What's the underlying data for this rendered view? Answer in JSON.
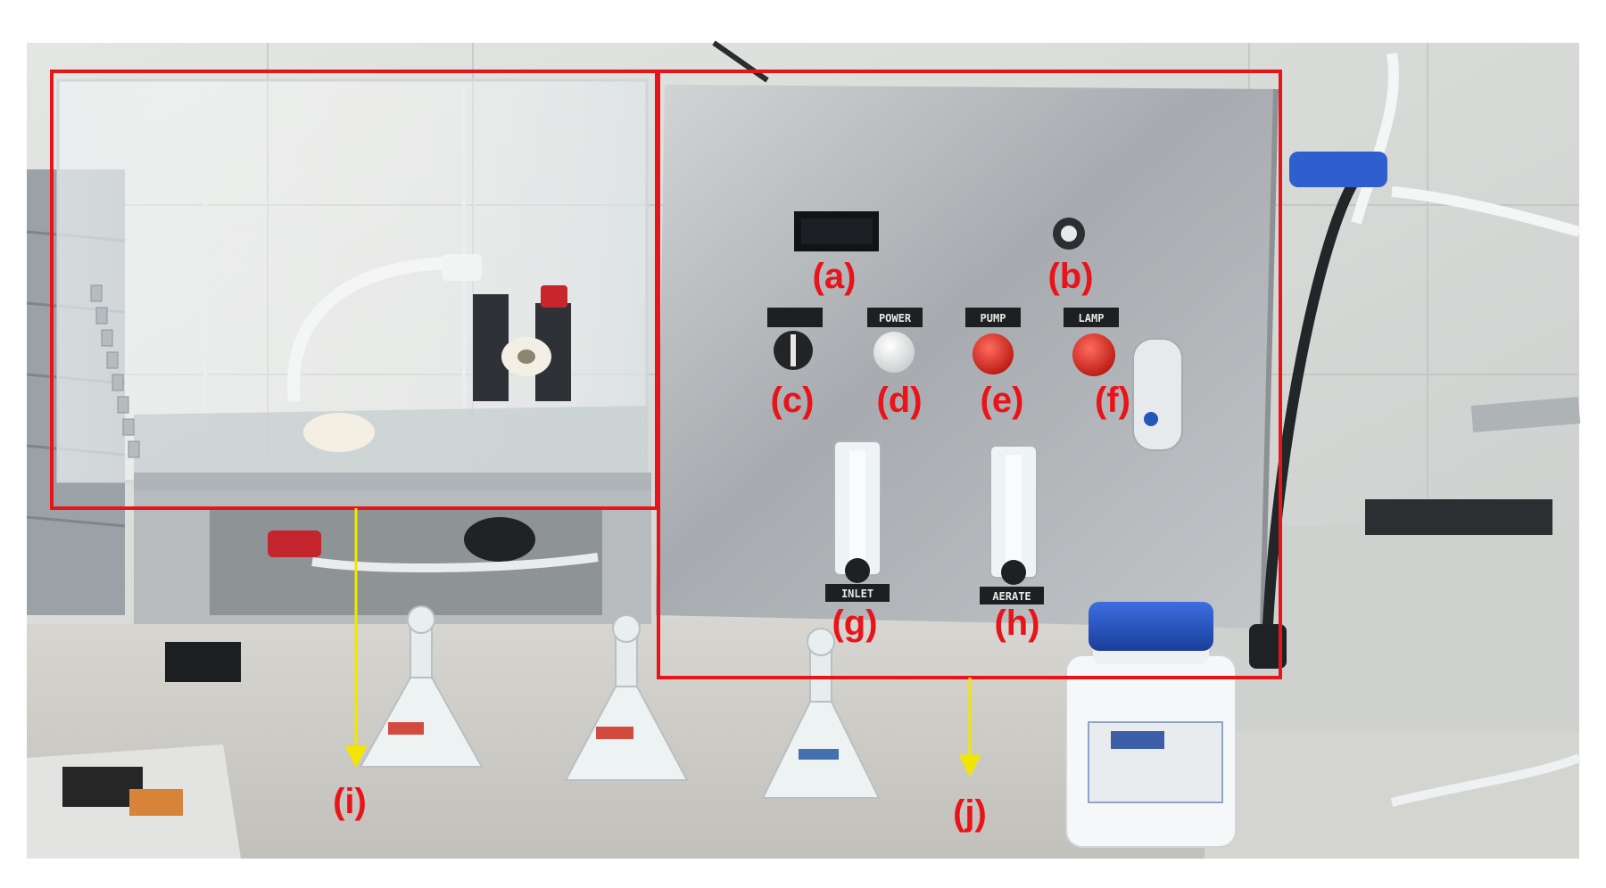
{
  "labels": {
    "a": "(a)",
    "b": "(b)",
    "c": "(c)",
    "d": "(d)",
    "e": "(e)",
    "f": "(f)",
    "g": "(g)",
    "h": "(h)",
    "i": "(i)",
    "j": "(j)"
  },
  "panel_text": {
    "power": "POWER",
    "pump": "PUMP",
    "lamp": "LAMP",
    "inlet": "INLET",
    "aerate": "AERATE"
  },
  "colors": {
    "annotation_box": "#e8141a",
    "arrow": "#f2e600",
    "steel": "#b9bcbf",
    "wall": "#d9dbd8"
  }
}
